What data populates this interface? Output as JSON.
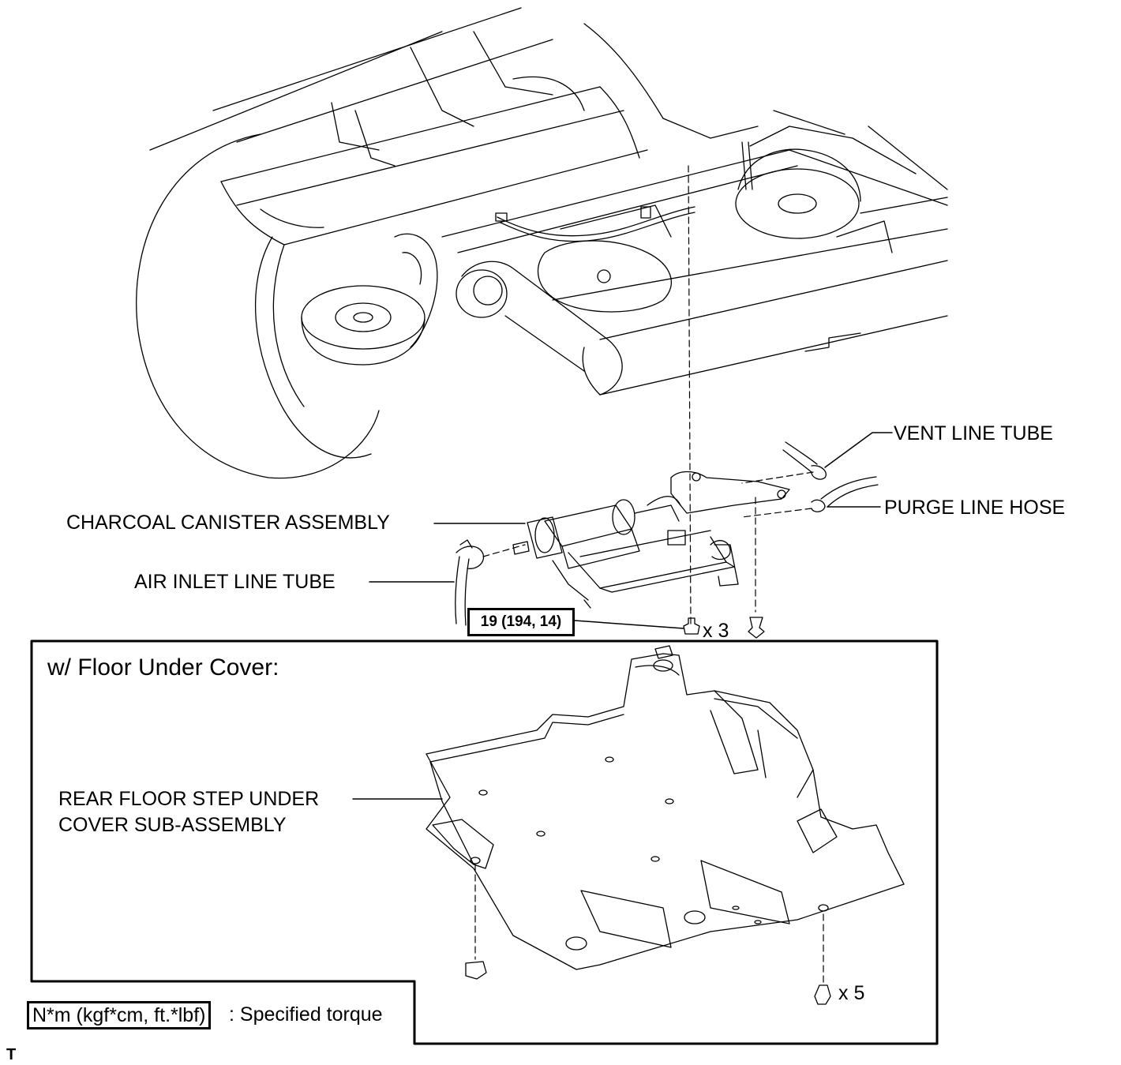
{
  "labels": {
    "vent_line_tube": "VENT LINE TUBE",
    "purge_line_hose": "PURGE LINE HOSE",
    "charcoal_canister": "CHARCOAL CANISTER ASSEMBLY",
    "air_inlet_line_tube": "AIR INLET LINE TUBE",
    "rear_floor_step_line1": "REAR FLOOR STEP UNDER",
    "rear_floor_step_line2": "COVER SUB-ASSEMBLY"
  },
  "torque": {
    "value": "19 (194, 14)"
  },
  "quantities": {
    "bolts_canister": "x 3",
    "bolts_cover": "x 5"
  },
  "section": {
    "title": "w/ Floor Under Cover:"
  },
  "legend": {
    "unit": "N*m (kgf*cm, ft.*lbf)",
    "text": ": Specified torque"
  },
  "footer": {
    "code": "T"
  }
}
